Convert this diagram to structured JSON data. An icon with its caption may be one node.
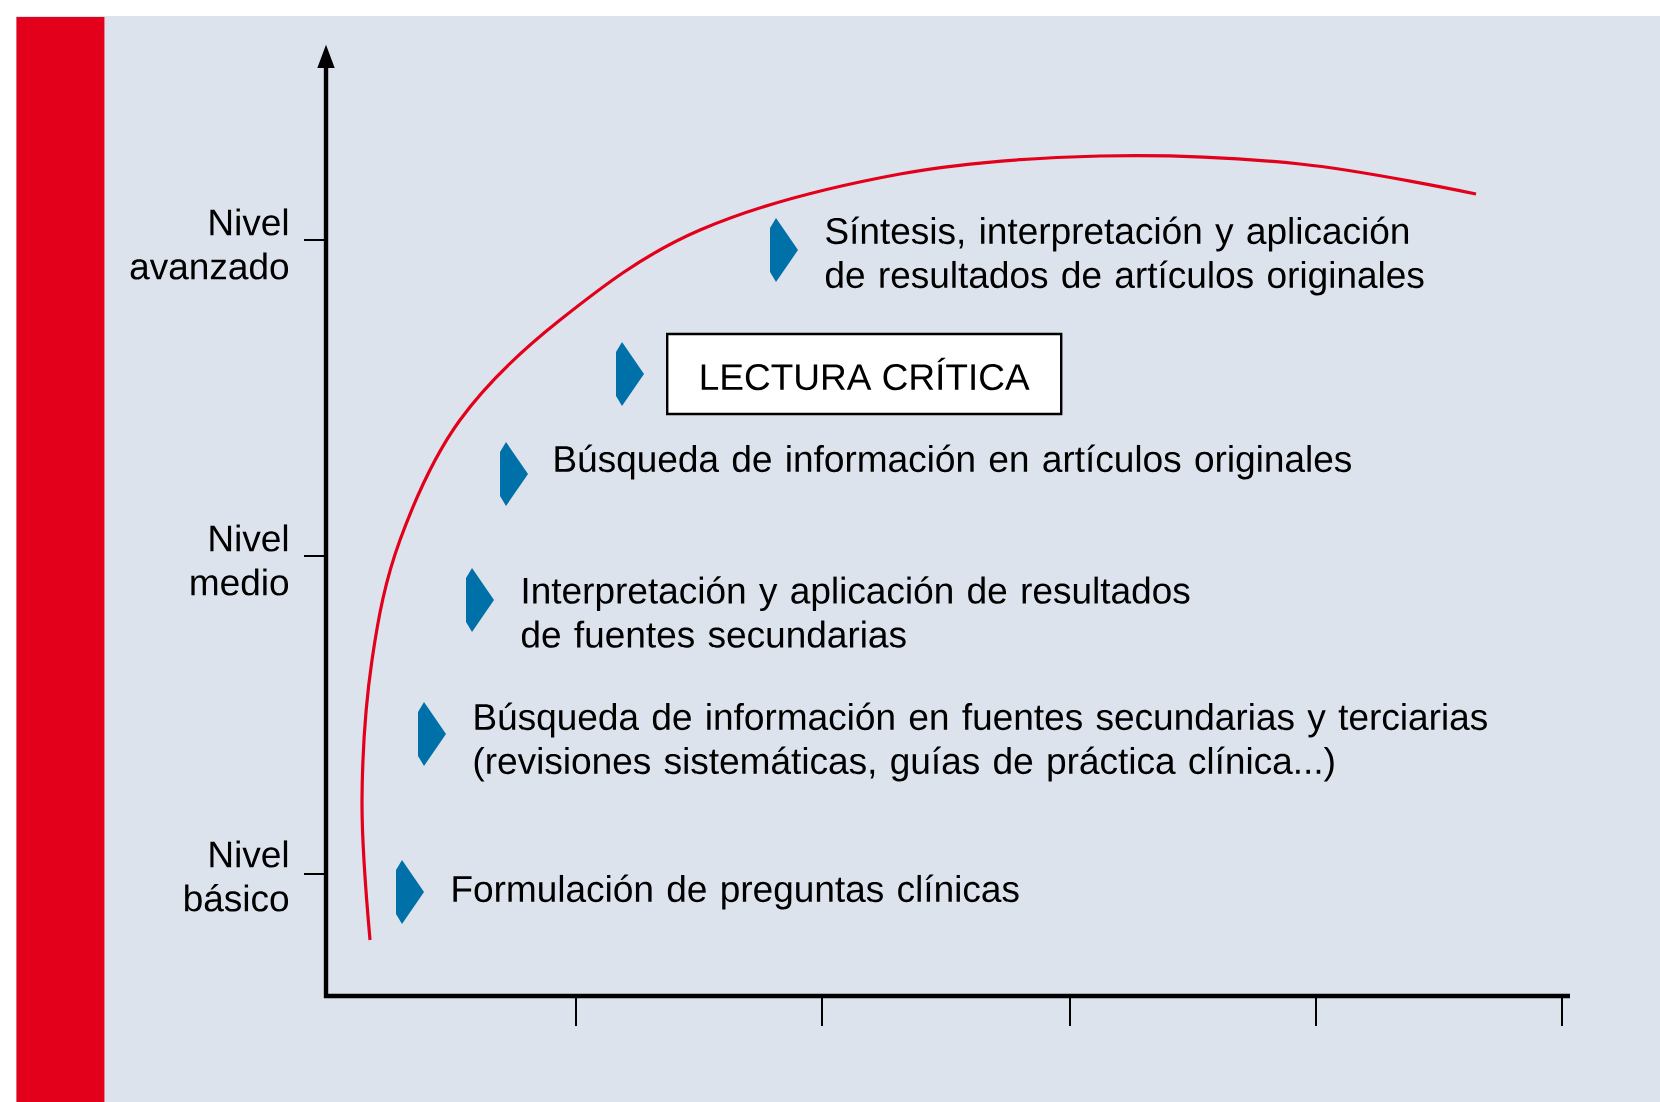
{
  "diagram": {
    "nodes": [
      {
        "text": [],
        "shape": "bar"
      },
      {
        "text": [
          "LECTURA CRÍTICA"
        ]
      }
    ],
    "labels": [
      "Nivel avanzado",
      "Síntesis, interpretación y aplicación de resultados de artículos originales",
      "Búsqueda de información en artículos originales",
      "Nivel medio",
      "Interpretación y aplicación de resultados de fuentes secundarias",
      "Búsqueda de información en fuentes secundarias y terciarias (revisiones sistemáticas, guías de práctica clínica...)",
      "Nivel básico",
      "Formulación de preguntas clínicas"
    ]
  }
}
